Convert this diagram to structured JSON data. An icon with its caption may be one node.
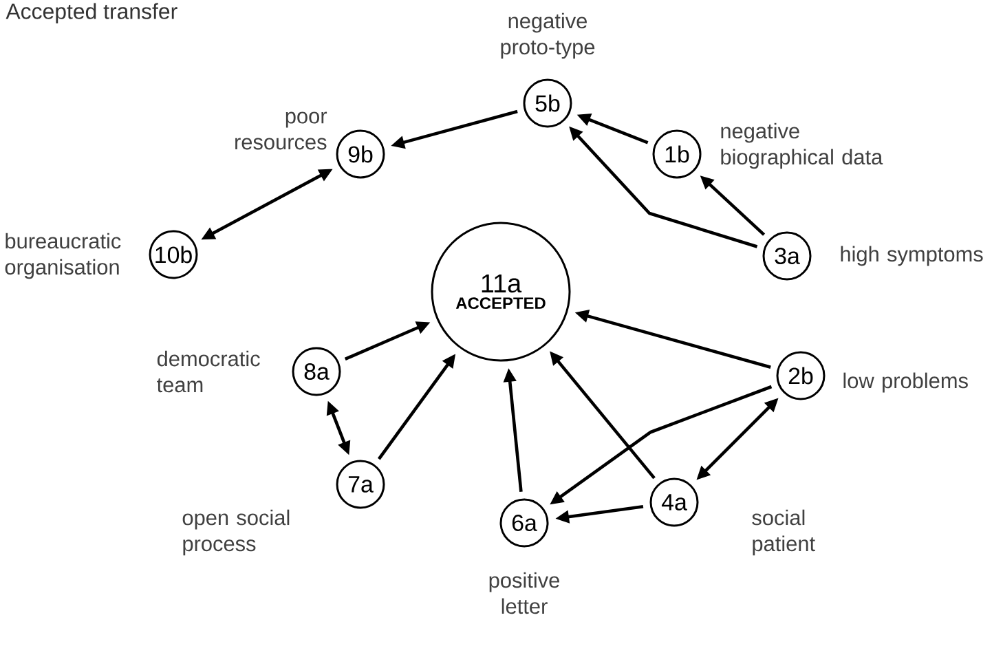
{
  "diagram": {
    "nodes": [
      {
        "text": [
          "11a",
          "ACCEPTED"
        ]
      },
      {
        "text": [
          "5b"
        ],
        "beside": [
          "negative proto-type"
        ]
      },
      {
        "text": [
          "9b"
        ],
        "beside": [
          "poor resources"
        ]
      },
      {
        "text": [
          "1b"
        ],
        "beside": [
          "negative biographical data"
        ]
      },
      {
        "text": [
          "10b"
        ],
        "beside": [
          "bureaucratic organisation"
        ]
      },
      {
        "text": [
          "3a"
        ],
        "beside": [
          "high symptoms"
        ]
      },
      {
        "text": [
          "8a"
        ],
        "beside": [
          "democratic team"
        ]
      },
      {
        "text": [
          "2b"
        ],
        "beside": [
          "low problems"
        ]
      },
      {
        "text": [
          "7a"
        ],
        "beside": [
          "open social process"
        ]
      },
      {
        "text": [
          "4a"
        ],
        "beside": [
          "social patient"
        ]
      },
      {
        "text": [
          "6a"
        ],
        "beside": [
          "positive letter"
        ]
      }
    ],
    "edges": [
      {
        "from": 3,
        "to": 1,
        "arrow": "to"
      },
      {
        "from": 1,
        "to": 2,
        "arrow": "to"
      },
      {
        "from": 4,
        "to": 2,
        "arrow": "both"
      },
      {
        "from": 5,
        "to": 3,
        "arrow": "to"
      },
      {
        "from": 5,
        "to": 1,
        "arrow": "to"
      },
      {
        "from": 6,
        "to": 0,
        "arrow": "to"
      },
      {
        "from": 7,
        "to": 0,
        "arrow": "to"
      },
      {
        "from": 6,
        "to": 8,
        "arrow": "both"
      },
      {
        "from": 8,
        "to": 0,
        "arrow": "to"
      },
      {
        "from": 7,
        "to": 10,
        "arrow": "to"
      },
      {
        "from": 9,
        "to": 7,
        "arrow": "both"
      },
      {
        "from": 9,
        "to": 0,
        "arrow": "to"
      },
      {
        "from": 9,
        "to": 10,
        "arrow": "to"
      },
      {
        "from": 10,
        "to": 0,
        "arrow": "to"
      }
    ],
    "labels": [
      "Accepted transfer"
    ]
  }
}
